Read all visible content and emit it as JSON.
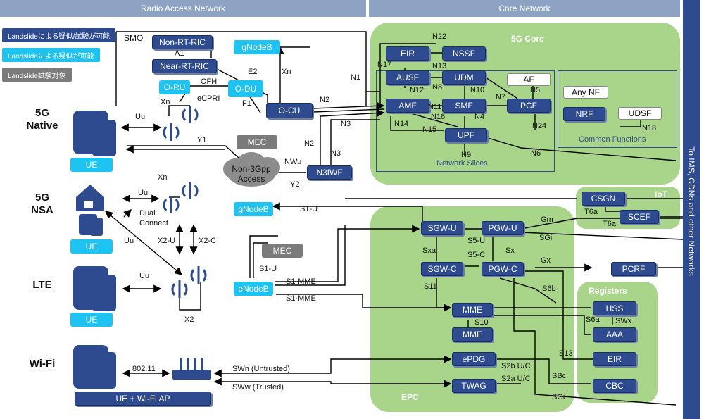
{
  "headers": {
    "ran": "Radio Access Network",
    "core": "Core Network"
  },
  "legend": [
    {
      "text": "Landslideによる疑似/試験が可能",
      "color": "#2d4b8e"
    },
    {
      "text": "Landslideによる疑似が可能",
      "color": "#1ec3f2"
    },
    {
      "text": "Landslide試験対象",
      "color": "#7b7b7b"
    }
  ],
  "right_bar": "To IMS, CDNs and other Networks",
  "regions": {
    "core5g": "5G Core",
    "iot": "IoT",
    "epc": "EPC",
    "registers": "Registers"
  },
  "rows": {
    "native": "5G\nNative",
    "nsa": "5G\nNSA",
    "lte": "LTE",
    "wifi": "Wi-Fi"
  },
  "boxes": {
    "smo": "SMO",
    "non_rt_ric": "Non-RT-RIC",
    "near_rt_ric": "Near-RT-RIC",
    "gnodeb_top": "gNodeB",
    "o_ru": "O-RU",
    "o_du": "O-DU",
    "o_cu": "O-CU",
    "mec_top": "MEC",
    "n3iwf": "N3IWF",
    "non3gpp": "Non-3Gpp\nAccess",
    "ue_native": "UE",
    "ue_nsa": "UE",
    "ue_lte": "UE",
    "ue_wifi": "UE + Wi-Fi AP",
    "gnodeb_mid": "gNodeB",
    "mec_mid": "MEC",
    "enodeb": "eNodeB",
    "eir_5g": "EIR",
    "nssf": "NSSF",
    "ausf": "AUSF",
    "udm": "UDM",
    "af": "AF",
    "amf": "AMF",
    "smf": "SMF",
    "pcf": "PCF",
    "upf": "UPF",
    "any_nf": "Any NF",
    "nrf": "NRF",
    "udsf": "UDSF",
    "network_slices": "Network Slices",
    "common_functions": "Common  Functions",
    "csgn": "CSGN",
    "scef": "SCEF",
    "sgw_u": "SGW-U",
    "pgw_u": "PGW-U",
    "sgw_c": "SGW-C",
    "pgw_c": "PGW-C",
    "pcrf": "PCRF",
    "mme1": "MME",
    "mme2": "MME",
    "epdg": "ePDG",
    "twag": "TWAG",
    "hss": "HSS",
    "aaa": "AAA",
    "eir_reg": "EIR",
    "cbc": "CBC"
  },
  "labels": {
    "a1": "A1",
    "e2": "E2",
    "xn_top": "Xn",
    "ofh": "OFH",
    "ecpri": "eCPRI",
    "xn_ru": "Xn",
    "f1": "F1",
    "n2a": "N2",
    "n1": "N1",
    "n3a": "N3",
    "uu1": "Uu",
    "y1": "Y1",
    "n2b": "N2",
    "n3b": "N3",
    "nwu": "NWu",
    "y2": "Y2",
    "n22": "N22",
    "n17": "N17",
    "n13": "N13",
    "n12": "N12",
    "n8": "N8",
    "n10": "N10",
    "n7": "N7",
    "n5": "N5",
    "n11": "N11",
    "n16": "N16",
    "n4": "N4",
    "n14": "N14",
    "n15": "N15",
    "n24": "N24",
    "n9": "N9",
    "n6": "N6",
    "n18": "N18",
    "xn_nsa": "Xn",
    "uu_nsa": "Uu",
    "dual": "Dual\nConnect",
    "uu_nsa2": "Uu",
    "x2u": "X2-U",
    "x2c": "X2-C",
    "s1u": "S1-U",
    "s1u2": "S1-U",
    "s1mme1": "S1-MME",
    "s1mme2": "S1-MME",
    "uu_lte": "Uu",
    "x2": "X2",
    "t6a1": "T6a",
    "t6a2": "T6a",
    "gm": "Gm",
    "sgi1": "SGi",
    "sxa": "Sxa",
    "s5u": "S5-U",
    "s5c": "S5-C",
    "sx": "Sx",
    "gx": "Gx",
    "s11": "S11",
    "s6b": "S6b",
    "s10": "S10",
    "s6a": "S6a",
    "swx": "SWx",
    "s13": "S13",
    "s2b": "S2b U/C",
    "s2a": "S2a U/C",
    "sbc": "SBc",
    "sgi2": "SGi",
    "wifi_80211": "802.11",
    "swn": "SWn (Untrusted)",
    "sww": "SWw (Trusted)"
  },
  "colors": {
    "dark_box": "#2d4b8e",
    "cyan_box": "#1ec3f2",
    "gray_box": "#7b7b7b",
    "green_region": "#a9d58b",
    "header": "#8ea3c4"
  }
}
